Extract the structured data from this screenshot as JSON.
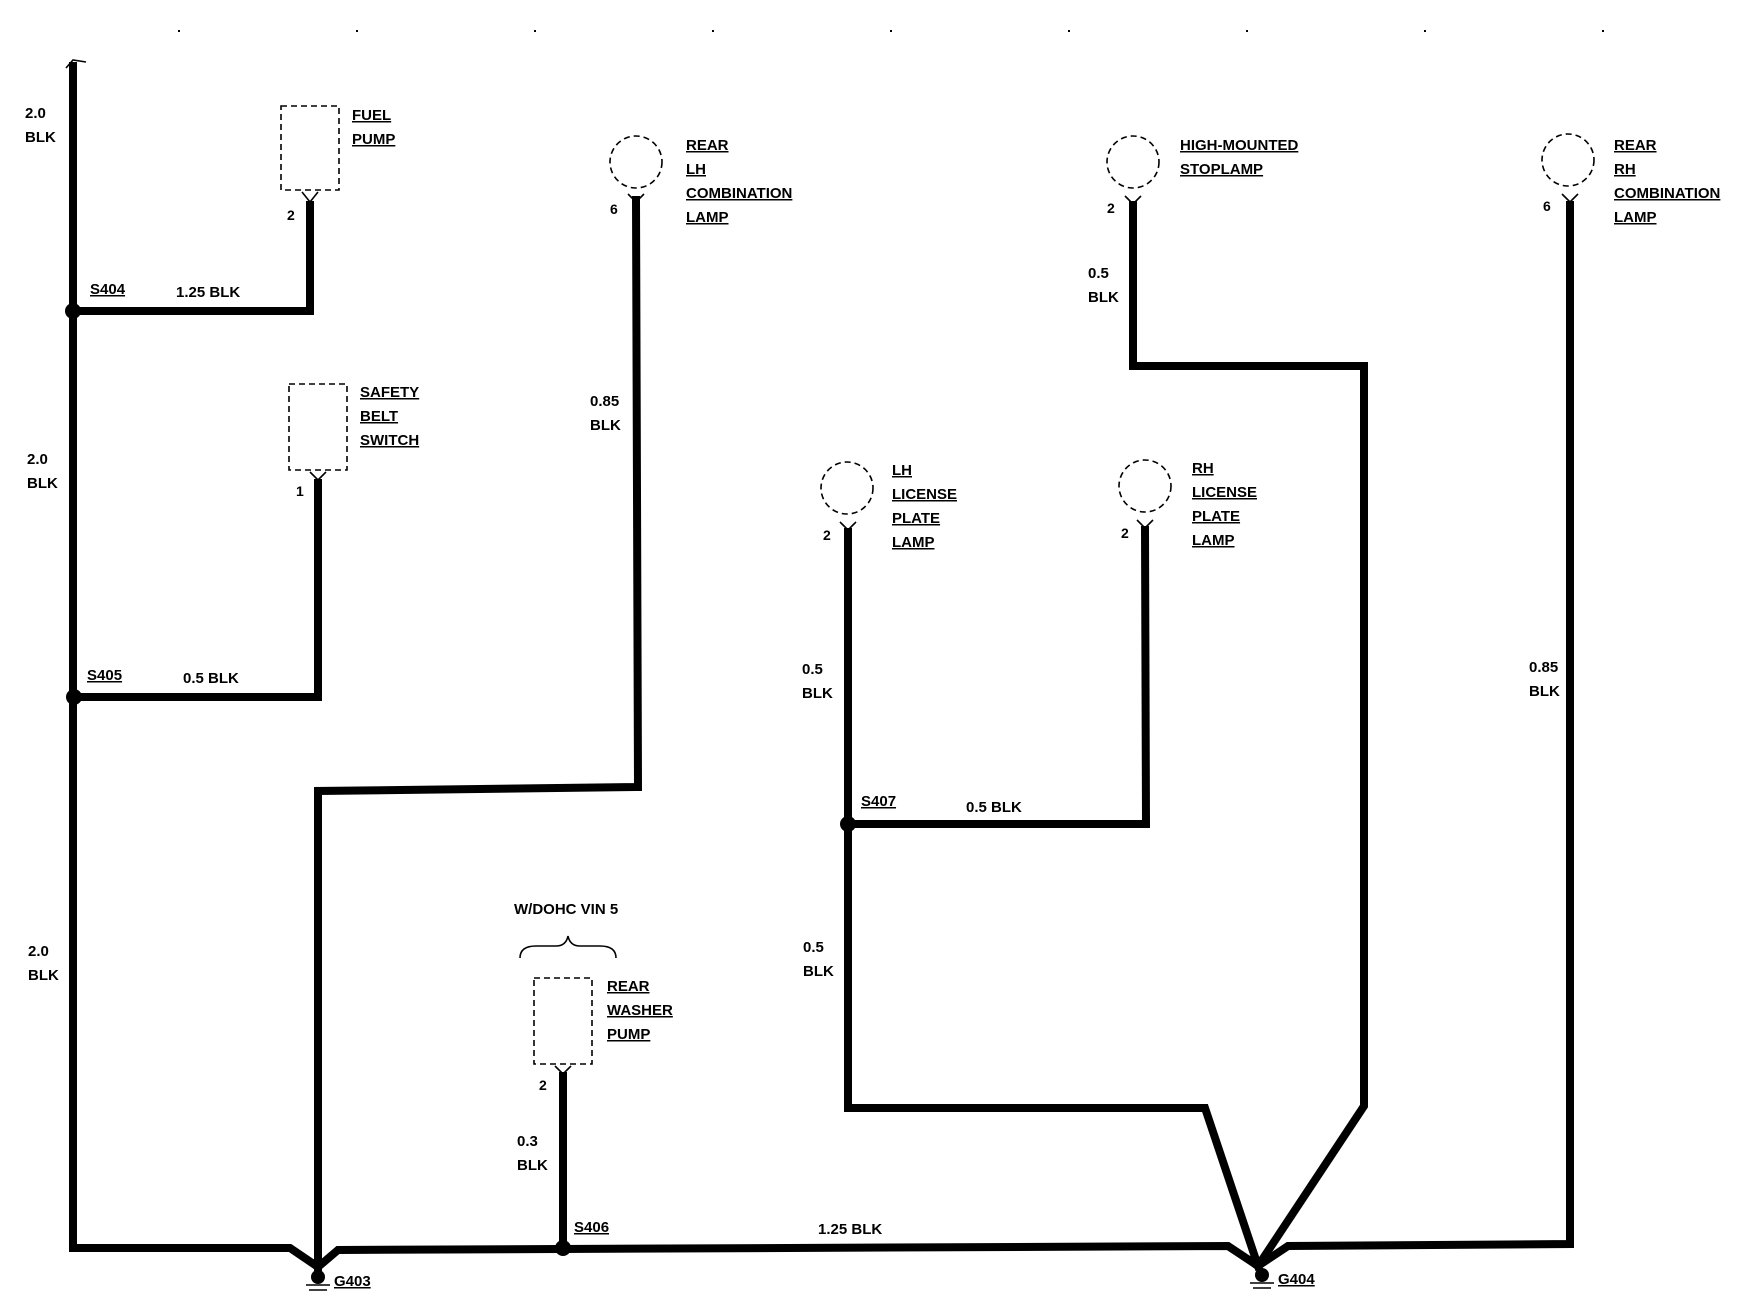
{
  "components": {
    "fuel_pump": {
      "lines": [
        "FUEL",
        "PUMP"
      ],
      "pin": "2"
    },
    "safety_belt_switch": {
      "lines": [
        "SAFETY",
        "BELT",
        "SWITCH"
      ],
      "pin": "1"
    },
    "rear_lh_combination_lamp": {
      "lines": [
        "REAR",
        "LH",
        "COMBINATION",
        "LAMP"
      ],
      "pin": "6"
    },
    "high_mounted_stoplamp": {
      "lines": [
        "HIGH-MOUNTED",
        "STOPLAMP"
      ],
      "pin": "2"
    },
    "rear_rh_combination_lamp": {
      "lines": [
        "REAR",
        "RH",
        "COMBINATION",
        "LAMP"
      ],
      "pin": "6"
    },
    "lh_license_plate_lamp": {
      "lines": [
        "LH",
        "LICENSE",
        "PLATE",
        "LAMP"
      ],
      "pin": "2"
    },
    "rh_license_plate_lamp": {
      "lines": [
        "RH",
        "LICENSE",
        "PLATE",
        "LAMP"
      ],
      "pin": "2"
    },
    "rear_washer_pump": {
      "lines": [
        "REAR",
        "WASHER",
        "PUMP"
      ],
      "pin": "2",
      "option_label": "W/DOHC VIN 5"
    }
  },
  "splices": {
    "s404": "S404",
    "s405": "S405",
    "s406": "S406",
    "s407": "S407"
  },
  "grounds": {
    "g403": "G403",
    "g404": "G404"
  },
  "wires": {
    "left_top": {
      "size": "2.0",
      "color": "BLK"
    },
    "left_mid": {
      "size": "2.0",
      "color": "BLK"
    },
    "left_bottom": {
      "size": "2.0",
      "color": "BLK"
    },
    "fuel_pump": "1.25 BLK",
    "safety_belt": "0.5 BLK",
    "rear_lh_lamp": {
      "size": "0.85",
      "color": "BLK"
    },
    "stoplamp": {
      "size": "0.5",
      "color": "BLK"
    },
    "rear_rh_lamp": {
      "size": "0.85",
      "color": "BLK"
    },
    "lh_license_upper": {
      "size": "0.5",
      "color": "BLK"
    },
    "lh_license_lower": {
      "size": "0.5",
      "color": "BLK"
    },
    "rh_license": "0.5 BLK",
    "washer_pump": {
      "size": "0.3",
      "color": "BLK"
    },
    "ground_bus": "1.25 BLK"
  }
}
